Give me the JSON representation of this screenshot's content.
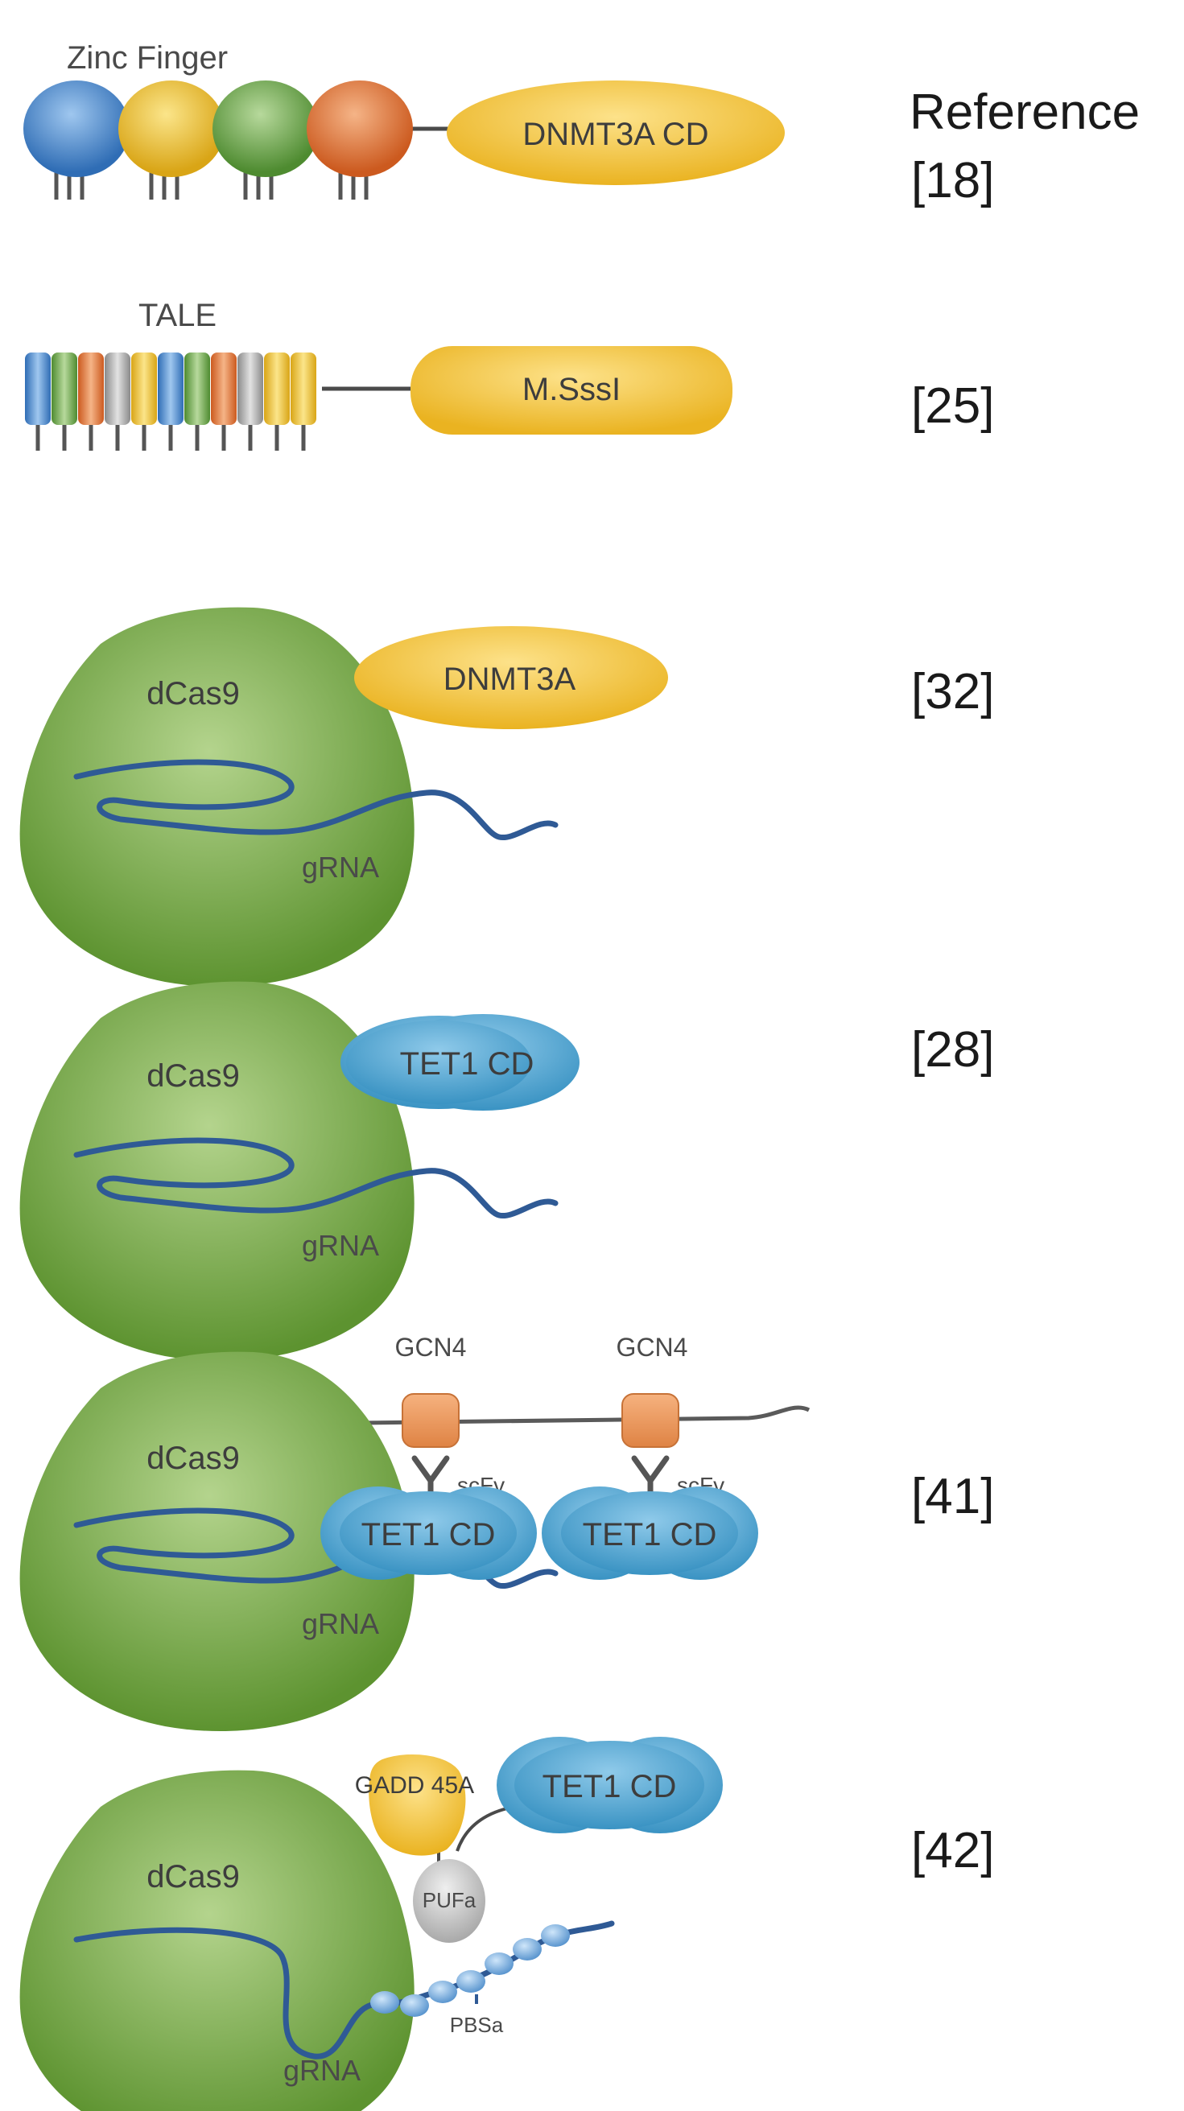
{
  "figure": {
    "reference_header": "Reference",
    "panels": [
      {
        "targeting_label": "Zinc Finger",
        "effector": "DNMT3A CD",
        "reference": "[18]"
      },
      {
        "targeting_label": "TALE",
        "effector": "M.SssI",
        "reference": "[25]"
      },
      {
        "targeting_label": "dCas9",
        "guide_label": "gRNA",
        "effector": "DNMT3A",
        "reference": "[32]"
      },
      {
        "targeting_label": "dCas9",
        "guide_label": "gRNA",
        "effector": "TET1 CD",
        "reference": "[28]"
      },
      {
        "targeting_label": "dCas9",
        "guide_label": "gRNA",
        "epitope_label": "GCN4",
        "antibody_label": "scFv",
        "effector": "TET1 CD",
        "reference": "[41]"
      },
      {
        "targeting_label": "dCas9",
        "guide_label": "gRNA",
        "effector": "TET1 CD",
        "partner_label": "GADD 45A",
        "pumilio_label": "PUFa",
        "binding_site_label": "PBSa",
        "reference": "[42]"
      }
    ]
  },
  "colors": {
    "zf_blue": "#3a78c2",
    "zf_yellow": "#e2b222",
    "zf_green": "#5e9a3c",
    "zf_orange": "#d96628",
    "effector_yellow": "#f2c12e",
    "tet_blue": "#49a3cf",
    "cas9_green": "#71a63f",
    "rna_blue": "#2f5a95",
    "gcn4_orange": "#e89256",
    "puf_grey": "#c8c8c8"
  }
}
